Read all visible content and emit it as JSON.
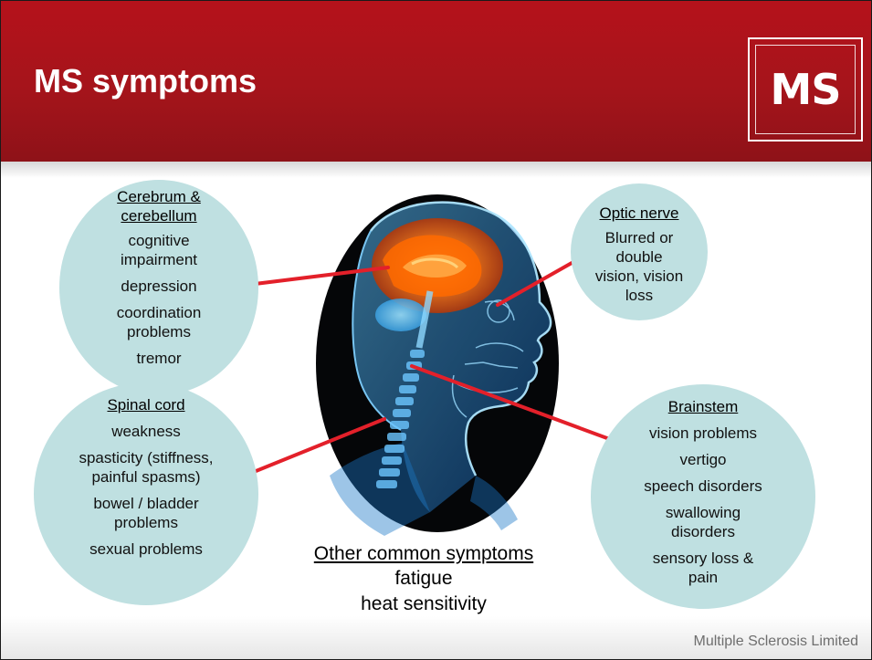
{
  "slide": {
    "title": "MS symptoms",
    "logo_text": "MS",
    "footer": "Multiple Sclerosis Limited"
  },
  "colors": {
    "header_red": "#a5141b",
    "circle_fill": "#bfe0e1",
    "pointer_line": "#e3202a"
  },
  "regions": {
    "cerebrum": {
      "heading_line1": "Cerebrum &",
      "heading_line2": "cerebellum",
      "items": [
        "cognitive",
        "impairment",
        "depression",
        "coordination",
        "problems",
        "tremor"
      ]
    },
    "optic": {
      "heading": "Optic nerve",
      "items": [
        "Blurred or",
        "double",
        "vision, vision",
        "loss"
      ]
    },
    "spinal": {
      "heading": "Spinal cord",
      "items": [
        "weakness",
        "spasticity (stiffness,",
        "painful spasms)",
        "bowel / bladder",
        "problems",
        "sexual problems"
      ]
    },
    "brainstem": {
      "heading": "Brainstem",
      "items": [
        "vision problems",
        "vertigo",
        "speech disorders",
        "swallowing",
        "disorders",
        "sensory loss &",
        "pain"
      ]
    }
  },
  "other": {
    "heading": "Other common symptoms",
    "items": [
      "fatigue",
      "heat sensitivity"
    ]
  },
  "image": {
    "icon": "head-xray-illustration"
  }
}
